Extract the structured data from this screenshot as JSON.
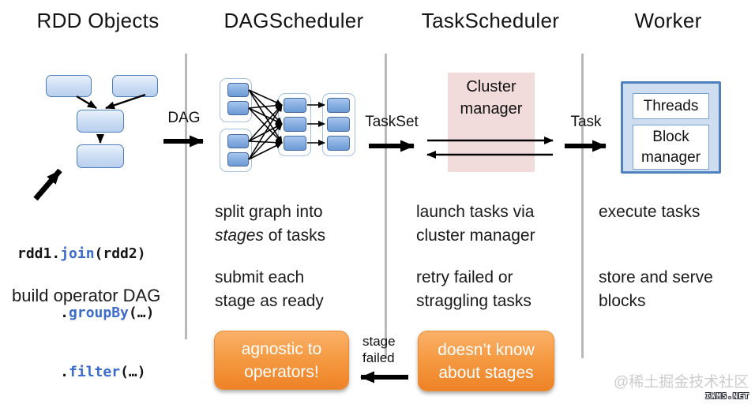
{
  "headers": {
    "col1": "RDD Objects",
    "col2": "DAGScheduler",
    "col3": "TaskScheduler",
    "col4": "Worker"
  },
  "arrow_labels": {
    "dag": "DAG",
    "taskset": "TaskSet",
    "task": "Task",
    "stage_failed": "stage\nfailed"
  },
  "rdd_column": {
    "code": {
      "line1_pre": "rdd1.",
      "line1_fn": "join",
      "line1_post": "(rdd2)",
      "line2_pre": "     .",
      "line2_fn": "groupBy",
      "line2_post": "(…)",
      "line3_pre": "     .",
      "line3_fn": "filter",
      "line3_post": "(…)"
    },
    "caption": "build operator DAG"
  },
  "dag_column": {
    "para1_line1": "split graph into",
    "para1_italic": "stages",
    "para1_rest": " of tasks",
    "para2": "submit each\nstage as ready",
    "callout": "agnostic to\noperators!"
  },
  "task_column": {
    "cluster_manager": "Cluster\nmanager",
    "para1": "launch tasks via\ncluster manager",
    "para2": "retry failed or\nstraggling tasks",
    "callout": "doesn’t know\nabout stages"
  },
  "worker_column": {
    "threads": "Threads",
    "block_manager": "Block\nmanager",
    "para1": "execute tasks",
    "para2": "store and serve\nblocks"
  },
  "watermark": {
    "text": "@稀土掘金技术社区",
    "badge": "IWMS.NET"
  },
  "colors": {
    "accent_blue": "#4f81bd",
    "node_fill": "#84acdf",
    "callout_orange": "#ee8226",
    "cluster_pink": "#f2dcdb",
    "code_blue": "#3a6bcd",
    "divider_gray": "#b9b9b9"
  }
}
